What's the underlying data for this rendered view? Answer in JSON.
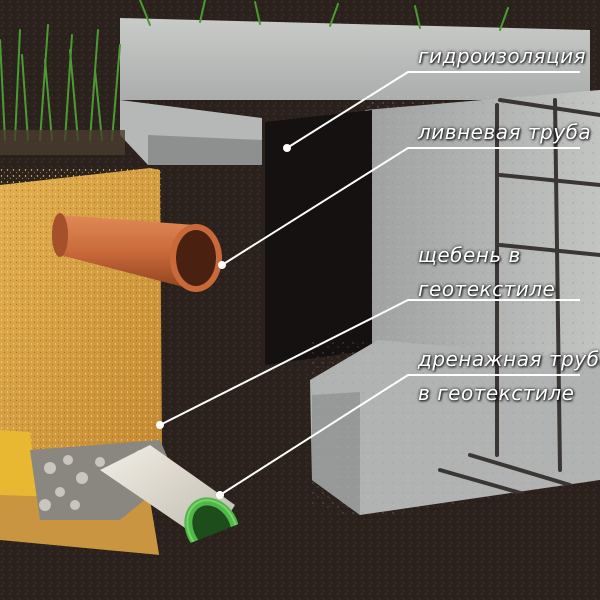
{
  "labels": {
    "waterproofing": "гидроизоляция",
    "storm_pipe": "ливневая труба",
    "gravel_line1": "щебень в",
    "gravel_line2": "геотекстиле",
    "drain_line1": "дренажная труба",
    "drain_line2": "в геотекстиле"
  },
  "colors": {
    "concrete": "#b9bcba",
    "soil": "#2b221d",
    "sand": "#d9a445",
    "pipe_orange": "#c9693a",
    "drain_green": "#4fb848",
    "grass": "#4c9a33",
    "label_text": "#ffffff",
    "leader": "#ffffff"
  }
}
